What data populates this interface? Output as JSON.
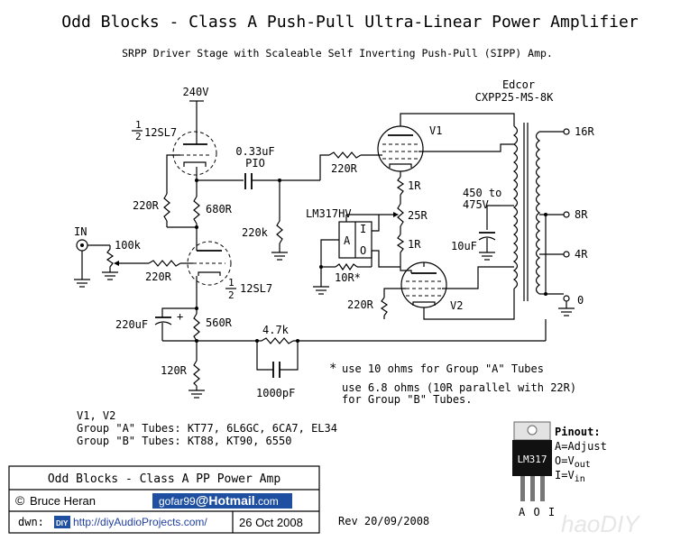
{
  "header": {
    "title": "Odd Blocks - Class A Push-Pull Ultra-Linear Power Amplifier",
    "subtitle": "SRPP Driver Stage with Scaleable Self Inverting Push-Pull (SIPP) Amp."
  },
  "labels": {
    "b_plus": "240V",
    "tube_top_half": "1",
    "tube_top_den": "2",
    "tube_top_type": "12SL7",
    "tube_bot_half": "1",
    "tube_bot_den": "2",
    "tube_bot_type": "12SL7",
    "r_220_top": "220R",
    "r_680": "680R",
    "cap_coupling": "0.33uF",
    "cap_coupling_type": "PIO",
    "r_grid_v1": "220R",
    "r_220k": "220k",
    "in_label": "IN",
    "pot_100k": "100k",
    "r_grid_in": "220R",
    "r_560": "560R",
    "cap_220uf": "220uF",
    "r_120": "120R",
    "r_4k7": "4.7k",
    "cap_1000pf": "1000pF",
    "reg_name": "LM317HV",
    "reg_pin_a": "A",
    "reg_pin_i": "I",
    "reg_pin_o": "O",
    "r_10r": "10R*",
    "r_1r_top": "1R",
    "pot_25r": "25R",
    "r_1r_bot": "1R",
    "r_220_v2": "220R",
    "v1": "V1",
    "v2": "V2",
    "supply_label": "450 to",
    "supply_label2": "475V",
    "cap_10uf": "10uF",
    "xfmr_brand": "Edcor",
    "xfmr_model": "CXPP25-MS-8K",
    "tap_16": "16R",
    "tap_8": "8R",
    "tap_4": "4R",
    "tap_0": "0"
  },
  "notes": {
    "star": "*",
    "note1": "use 10 ohms for Group \"A\" Tubes",
    "note2": "use 6.8 ohms (10R parallel with 22R)",
    "note3": "for Group \"B\" Tubes.",
    "tubes_line": "V1, V2",
    "group_a": "Group \"A\" Tubes: KT77, 6L6GC, 6CA7, EL34",
    "group_b": "Group \"B\" Tubes: KT88, KT90, 6550"
  },
  "title_block": {
    "title": "Odd Blocks - Class A PP Power Amp",
    "copyright_symbol": "©",
    "author": "Bruce Heran",
    "email_user": "gofar99",
    "email_at": "@",
    "email_domain": "Hotmail",
    "email_tld": ".com",
    "drawn_label": "dwn:",
    "diy_badge": "DIY",
    "site": "http://diyAudioProjects.com/",
    "date": "26 Oct 2008",
    "rev": "Rev 20/09/2008"
  },
  "pinout": {
    "title": "Pinout:",
    "a": "A=Adjust",
    "o_prefix": "O=V",
    "o_sub": "out",
    "i_prefix": "I=V",
    "i_sub": "in",
    "chip_label": "LM317",
    "leg_labels": "A O I"
  },
  "watermark": "haoDIY"
}
